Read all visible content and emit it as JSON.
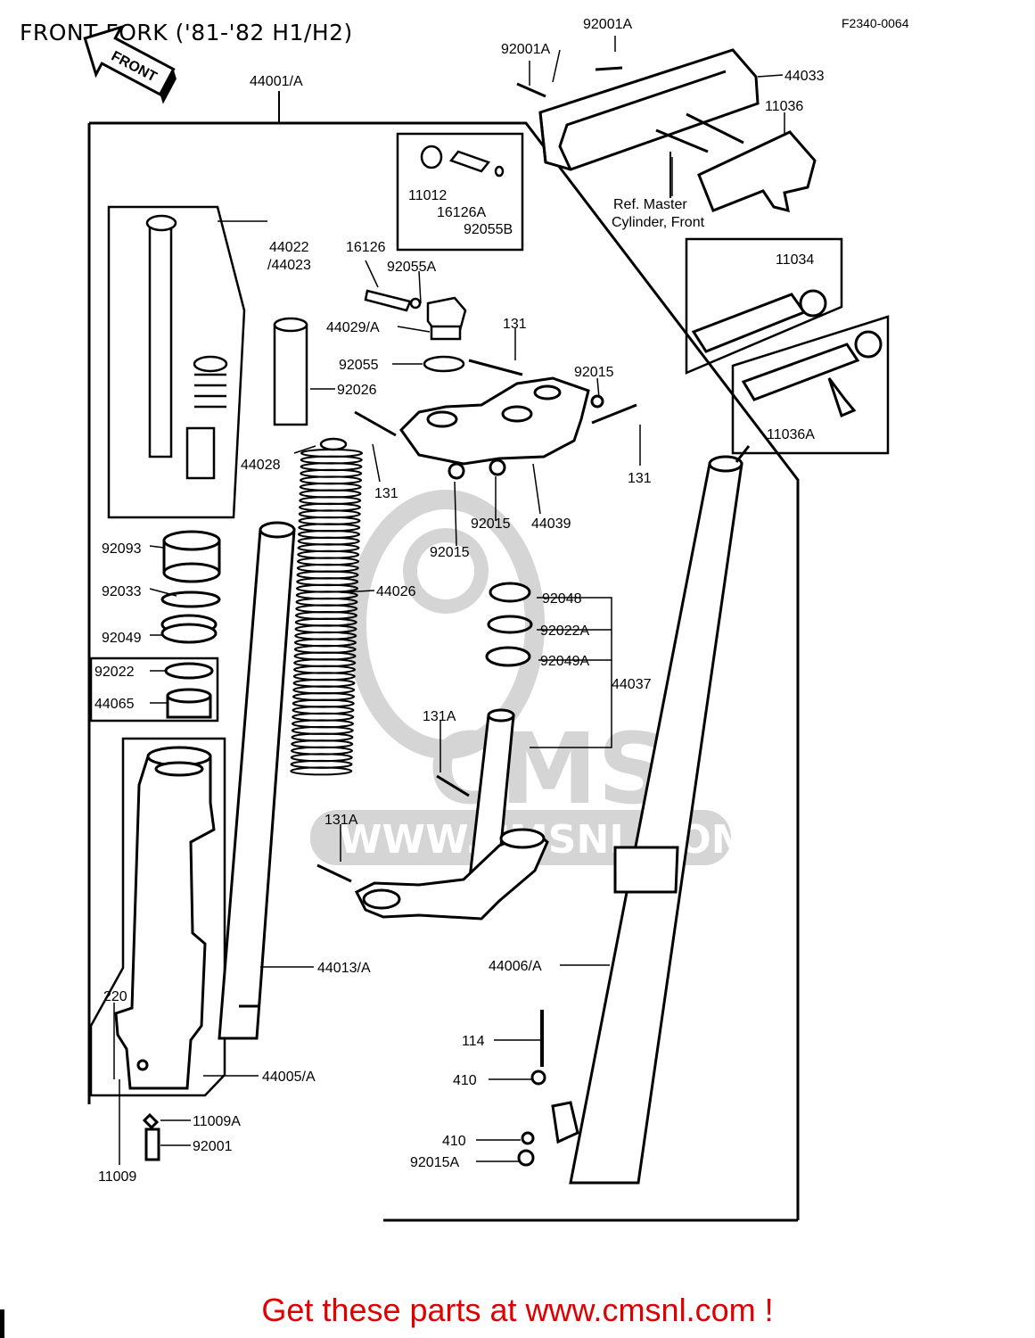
{
  "header": {
    "title": "FRONT FORK ('81-'82 H1/H2)",
    "figure_code": "F2340-0064",
    "front_arrow_label": "FRONT"
  },
  "watermark": {
    "logo_text": "CMS",
    "url_text": "WWW.CMSNL.COM"
  },
  "parts": [
    {
      "ref": "92001A"
    },
    {
      "ref": "92001A"
    },
    {
      "ref": "44033"
    },
    {
      "ref": "11036"
    },
    {
      "ref": "Ref. Master"
    },
    {
      "ref": "Cylinder, Front"
    },
    {
      "ref": "44001/A"
    },
    {
      "ref": "11012"
    },
    {
      "ref": "16126A"
    },
    {
      "ref": "92055B"
    },
    {
      "ref": "44022"
    },
    {
      "ref": "/44023"
    },
    {
      "ref": "16126"
    },
    {
      "ref": "92055A"
    },
    {
      "ref": "11034"
    },
    {
      "ref": "44029/A"
    },
    {
      "ref": "131"
    },
    {
      "ref": "92055"
    },
    {
      "ref": "92015"
    },
    {
      "ref": "92026"
    },
    {
      "ref": "11036A"
    },
    {
      "ref": "44028"
    },
    {
      "ref": "131"
    },
    {
      "ref": "131"
    },
    {
      "ref": "92015"
    },
    {
      "ref": "44039"
    },
    {
      "ref": "92015"
    },
    {
      "ref": "92093"
    },
    {
      "ref": "92033"
    },
    {
      "ref": "44026"
    },
    {
      "ref": "92048"
    },
    {
      "ref": "92049"
    },
    {
      "ref": "92022A"
    },
    {
      "ref": "92049A"
    },
    {
      "ref": "92022"
    },
    {
      "ref": "44065"
    },
    {
      "ref": "44037"
    },
    {
      "ref": "131A"
    },
    {
      "ref": "131A"
    },
    {
      "ref": "44013/A"
    },
    {
      "ref": "44006/A"
    },
    {
      "ref": "220"
    },
    {
      "ref": "114"
    },
    {
      "ref": "44005/A"
    },
    {
      "ref": "410"
    },
    {
      "ref": "11009A"
    },
    {
      "ref": "92001"
    },
    {
      "ref": "410"
    },
    {
      "ref": "92015A"
    },
    {
      "ref": "11009"
    }
  ],
  "footer": {
    "cta": "Get these parts at www.cmsnl.com !"
  }
}
